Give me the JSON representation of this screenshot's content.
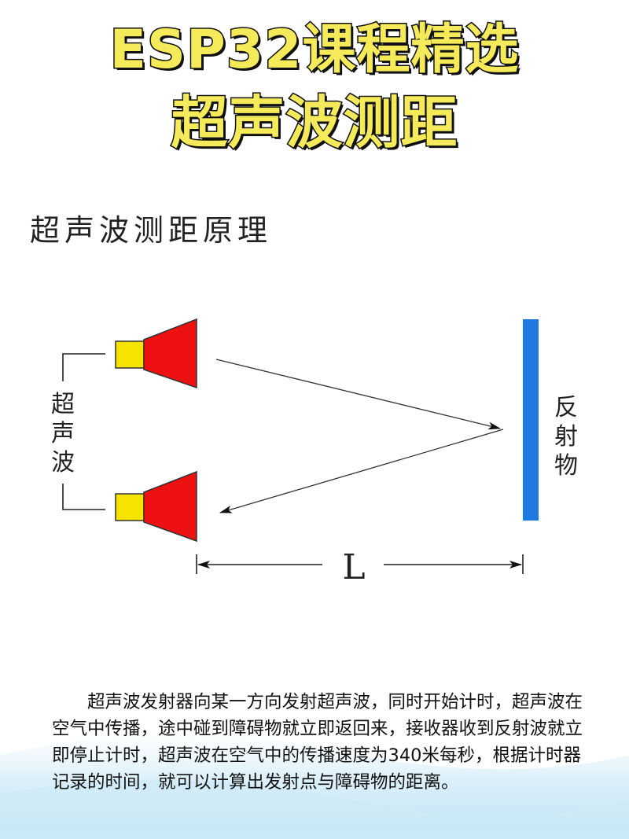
{
  "header": {
    "line1": "ESP32课程精选",
    "line2": "超声波测距"
  },
  "section": {
    "title": "超声波测距原理"
  },
  "diagram": {
    "left_label": [
      "超",
      "声",
      "波"
    ],
    "right_label": [
      "反",
      "射",
      "物"
    ],
    "distance_label": "L",
    "colors": {
      "horn": "#ee1111",
      "emitter": "#f5e400",
      "reflector": "#1e7ae0"
    }
  },
  "description": "超声波发射器向某一方向发射超声波，同时开始计时，超声波在空气中传播，途中碰到障碍物就立即返回来，接收器收到反射波就立即停止计时，超声波在空气中的传播速度为340米每秒，根据计时器记录的时间，就可以计算出发射点与障碍物的距离。"
}
